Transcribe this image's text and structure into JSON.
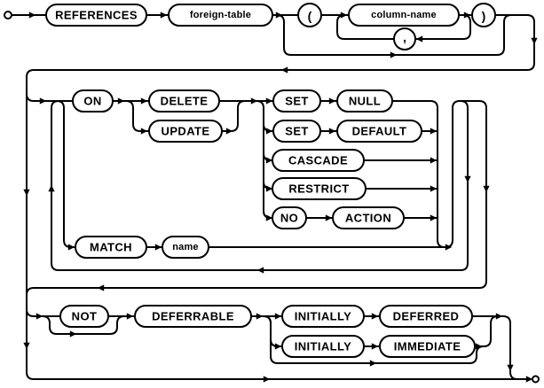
{
  "diagram": {
    "background_color": "#ffffff",
    "line_color": "#000000",
    "nodes": {
      "references": "REFERENCES",
      "foreign_table": "foreign-table",
      "paren_open": "(",
      "column_name": "column-name",
      "comma": ",",
      "paren_close": ")",
      "on": "ON",
      "delete": "DELETE",
      "update": "UPDATE",
      "set_1": "SET",
      "null": "NULL",
      "set_2": "SET",
      "default": "DEFAULT",
      "cascade": "CASCADE",
      "restrict": "RESTRICT",
      "no": "NO",
      "action": "ACTION",
      "match": "MATCH",
      "name": "name",
      "not": "NOT",
      "deferrable": "DEFERRABLE",
      "initially_1": "INITIALLY",
      "deferred": "DEFERRED",
      "initially_2": "INITIALLY",
      "immediate": "IMMEDIATE"
    }
  }
}
